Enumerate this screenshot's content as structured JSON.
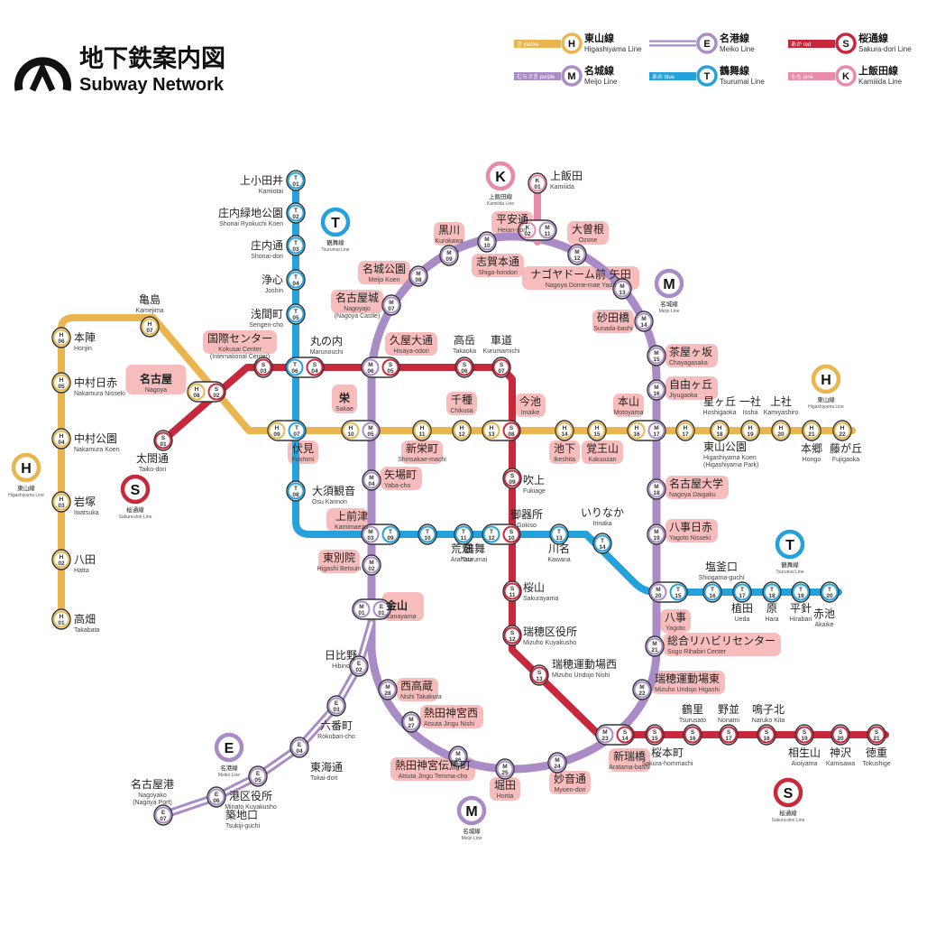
{
  "header": {
    "title_jp": "地下鉄案内図",
    "title_en": "Subway Network",
    "logo": "nagoya-subway-logo"
  },
  "colors": {
    "higashiyama": "#e8b54e",
    "meijo": "#a98cc6",
    "meiko": "#a98cc6",
    "tsurumai": "#25a1db",
    "sakuradori": "#c8283c",
    "kamiiida": "#e88aa9",
    "highlight": "#f4a6a6"
  },
  "legend": [
    {
      "code": "H",
      "tag": "き yellow",
      "jp": "東山線",
      "en": "Higashiyama Line",
      "color": "#e8b54e"
    },
    {
      "code": "E",
      "tag": "",
      "jp": "名港線",
      "en": "Meiko Line",
      "color": "#a98cc6"
    },
    {
      "code": "S",
      "tag": "あか red",
      "jp": "桜通線",
      "en": "Sakura-dori Line",
      "color": "#c8283c"
    },
    {
      "code": "M",
      "tag": "むらさき purple",
      "jp": "名城線",
      "en": "Meijo Line",
      "color": "#a98cc6"
    },
    {
      "code": "T",
      "tag": "あお blue",
      "jp": "鶴舞線",
      "en": "Tsurumai Line",
      "color": "#25a1db"
    },
    {
      "code": "K",
      "tag": "もも pink",
      "jp": "上飯田線",
      "en": "Kamiiida Line",
      "color": "#e88aa9"
    }
  ],
  "line_badges": [
    {
      "id": "t-top",
      "code": "T",
      "jp": "鶴舞線",
      "en": "Tsurumai Line",
      "color": "#25a1db"
    },
    {
      "id": "k-top",
      "code": "K",
      "jp": "上飯田線",
      "en": "Kamiiida Line",
      "color": "#e88aa9"
    },
    {
      "id": "m-right",
      "code": "M",
      "jp": "名城線",
      "en": "Meijo Line",
      "color": "#a98cc6"
    },
    {
      "id": "h-right",
      "code": "H",
      "jp": "東山線",
      "en": "Higashiyama Line",
      "color": "#e8b54e"
    },
    {
      "id": "h-left",
      "code": "H",
      "jp": "東山線",
      "en": "Higashiyama Line",
      "color": "#e8b54e"
    },
    {
      "id": "s-left",
      "code": "S",
      "jp": "桜通線",
      "en": "Sakura-dori Line",
      "color": "#c8283c"
    },
    {
      "id": "t-right",
      "code": "T",
      "jp": "鶴舞線",
      "en": "Tsurumai Line",
      "color": "#25a1db"
    },
    {
      "id": "e-bottom",
      "code": "E",
      "jp": "名港線",
      "en": "Meiko Line",
      "color": "#a98cc6"
    },
    {
      "id": "m-bottom",
      "code": "M",
      "jp": "名城線",
      "en": "Meijo Line",
      "color": "#a98cc6"
    },
    {
      "id": "s-bottom",
      "code": "S",
      "jp": "桜通線",
      "en": "Sakura-dori Line",
      "color": "#c8283c"
    }
  ],
  "stations": [
    {
      "id": "kamiotai",
      "jp": "上小田井",
      "en": "Kamiotai",
      "codes": [
        "T 01"
      ],
      "hl": false
    },
    {
      "id": "shonai-ryokuchi",
      "jp": "庄内緑地公園",
      "en": "Shonai Ryokuchi Koen",
      "codes": [
        "T 02"
      ],
      "hl": false
    },
    {
      "id": "shonai-dori",
      "jp": "庄内通",
      "en": "Shonai-dori",
      "codes": [
        "T 03"
      ],
      "hl": false
    },
    {
      "id": "joshin",
      "jp": "浄心",
      "en": "Joshin",
      "codes": [
        "T 04"
      ],
      "hl": false
    },
    {
      "id": "sengen-cho",
      "jp": "浅間町",
      "en": "Sengen-cho",
      "codes": [
        "T 05"
      ],
      "hl": false
    },
    {
      "id": "marunouchi",
      "jp": "丸の内",
      "en": "Marunouchi",
      "codes": [
        "T 06",
        "S 04"
      ],
      "hl": false
    },
    {
      "id": "fushimi",
      "jp": "伏見",
      "en": "Fushimi",
      "codes": [
        "H 09",
        "T 07"
      ],
      "hl": true
    },
    {
      "id": "osu-kannon",
      "jp": "大須観音",
      "en": "Osu Kannon",
      "codes": [
        "T 08"
      ],
      "hl": false
    },
    {
      "id": "kamimaezu",
      "jp": "上前津",
      "en": "Kamimaezu",
      "codes": [
        "M 03",
        "T 09"
      ],
      "hl": true
    },
    {
      "id": "tsurumai",
      "jp": "鶴舞",
      "en": "Tsurumai",
      "codes": [
        "T 10"
      ],
      "hl": false
    },
    {
      "id": "arahata",
      "jp": "荒畑",
      "en": "Arahata",
      "codes": [
        "T 11"
      ],
      "hl": false
    },
    {
      "id": "gokiso",
      "jp": "御器所",
      "en": "Gokiso",
      "codes": [
        "T 12",
        "S 10"
      ],
      "hl": false
    },
    {
      "id": "kawana",
      "jp": "川名",
      "en": "Kawana",
      "codes": [
        "T 13"
      ],
      "hl": false
    },
    {
      "id": "irinaka",
      "jp": "いりなか",
      "en": "Irinaka",
      "codes": [
        "T 14"
      ],
      "hl": false
    },
    {
      "id": "yagoto",
      "jp": "八事",
      "en": "Yagoto",
      "codes": [
        "M 20",
        "T 15"
      ],
      "hl": true
    },
    {
      "id": "shiogama-guchi",
      "jp": "塩釜口",
      "en": "Shiogama-guchi",
      "codes": [
        "T 16"
      ],
      "hl": false
    },
    {
      "id": "ueda",
      "jp": "植田",
      "en": "Ueda",
      "codes": [
        "T 17"
      ],
      "hl": false
    },
    {
      "id": "hara",
      "jp": "原",
      "en": "Hara",
      "codes": [
        "T 18"
      ],
      "hl": false
    },
    {
      "id": "hirabari",
      "jp": "平針",
      "en": "Hirabari",
      "codes": [
        "T 19"
      ],
      "hl": false
    },
    {
      "id": "akaike",
      "jp": "赤池",
      "en": "Akaike",
      "codes": [
        "T 20"
      ],
      "hl": false
    },
    {
      "id": "takabata",
      "jp": "高畑",
      "en": "Takabata",
      "codes": [
        "H 01"
      ],
      "hl": false
    },
    {
      "id": "hatta",
      "jp": "八田",
      "en": "Hatta",
      "codes": [
        "H 02"
      ],
      "hl": false
    },
    {
      "id": "iwatsuka",
      "jp": "岩塚",
      "en": "Iwatsuka",
      "codes": [
        "H 03"
      ],
      "hl": false
    },
    {
      "id": "nakamura-koen",
      "jp": "中村公園",
      "en": "Nakamura Koen",
      "codes": [
        "H 04"
      ],
      "hl": false
    },
    {
      "id": "nakamura-nisseki",
      "jp": "中村日赤",
      "en": "Nakamura Nisseki",
      "codes": [
        "H 05"
      ],
      "hl": false
    },
    {
      "id": "honjin",
      "jp": "本陣",
      "en": "Honjin",
      "codes": [
        "H 06"
      ],
      "hl": false
    },
    {
      "id": "kamejima",
      "jp": "亀島",
      "en": "Kamejima",
      "codes": [
        "H 07"
      ],
      "hl": false
    },
    {
      "id": "nagoya",
      "jp": "名古屋",
      "en": "Nagoya",
      "codes": [
        "H 08",
        "S 02"
      ],
      "hl": true
    },
    {
      "id": "taiko-dori",
      "jp": "太閤通",
      "en": "Taiko-dori",
      "codes": [
        "S 01"
      ],
      "hl": false
    },
    {
      "id": "kokusai-center",
      "jp": "国際センター",
      "en": "Kokusai Center",
      "sub": "(International Center)",
      "codes": [
        "S 03"
      ],
      "hl": true
    },
    {
      "id": "hisaya-odori",
      "jp": "久屋大通",
      "en": "Hisaya-odori",
      "codes": [
        "M 06",
        "S 05"
      ],
      "hl": true
    },
    {
      "id": "takaoka",
      "jp": "高岳",
      "en": "Takaoka",
      "codes": [
        "S 06"
      ],
      "hl": false
    },
    {
      "id": "kurumamichi",
      "jp": "車道",
      "en": "Kurumamichi",
      "codes": [
        "S 07"
      ],
      "hl": false
    },
    {
      "id": "imaike",
      "jp": "今池",
      "en": "Imaike",
      "codes": [
        "H 13",
        "S 08"
      ],
      "hl": true
    },
    {
      "id": "fukiage",
      "jp": "吹上",
      "en": "Fukiage",
      "codes": [
        "S 09"
      ],
      "hl": false
    },
    {
      "id": "sakurayama",
      "jp": "桜山",
      "en": "Sakurayama",
      "codes": [
        "S 11"
      ],
      "hl": false
    },
    {
      "id": "mizuho-kuyakusho",
      "jp": "瑞穂区役所",
      "en": "Mizuho Kuyakusho",
      "codes": [
        "S 12"
      ],
      "hl": false
    },
    {
      "id": "mizuho-undojo-nishi",
      "jp": "瑞穂運動場西",
      "en": "Mizuho Undojo Nishi",
      "codes": [
        "S 13"
      ],
      "hl": false
    },
    {
      "id": "aratama-bashi",
      "jp": "新瑞橋",
      "en": "Aratama-bashi",
      "codes": [
        "M 23",
        "S 14"
      ],
      "hl": true
    },
    {
      "id": "sakura-hommachi",
      "jp": "桜本町",
      "en": "Sakura-hommachi",
      "codes": [
        "S 15"
      ],
      "hl": false
    },
    {
      "id": "tsurusato",
      "jp": "鶴里",
      "en": "Tsurusato",
      "codes": [
        "S 16"
      ],
      "hl": false
    },
    {
      "id": "nonami",
      "jp": "野並",
      "en": "Nonami",
      "codes": [
        "S 17"
      ],
      "hl": false
    },
    {
      "id": "naruko-kita",
      "jp": "鳴子北",
      "en": "Naruko Kita",
      "codes": [
        "S 18"
      ],
      "hl": false
    },
    {
      "id": "aioiyama",
      "jp": "相生山",
      "en": "Aioiyama",
      "codes": [
        "S 19"
      ],
      "hl": false
    },
    {
      "id": "kamisawa",
      "jp": "神沢",
      "en": "Kamisawa",
      "codes": [
        "S 20"
      ],
      "hl": false
    },
    {
      "id": "tokushige",
      "jp": "徳重",
      "en": "Tokushige",
      "codes": [
        "S 21"
      ],
      "hl": false
    },
    {
      "id": "sakae",
      "jp": "栄",
      "en": "Sakae",
      "codes": [
        "H 10",
        "M 05"
      ],
      "hl": true
    },
    {
      "id": "shinsakae-machi",
      "jp": "新栄町",
      "en": "Shinsakae-machi",
      "codes": [
        "H 11"
      ],
      "hl": true
    },
    {
      "id": "chikusa",
      "jp": "千種",
      "en": "Chikusa",
      "codes": [
        "H 12"
      ],
      "hl": true
    },
    {
      "id": "ikeshita",
      "jp": "池下",
      "en": "Ikeshita",
      "codes": [
        "H 14"
      ],
      "hl": true
    },
    {
      "id": "kakuozan",
      "jp": "覚王山",
      "en": "Kakuozan",
      "codes": [
        "H 15"
      ],
      "hl": true
    },
    {
      "id": "motoyama",
      "jp": "本山",
      "en": "Motoyama",
      "codes": [
        "H 16",
        "M 17"
      ],
      "hl": true
    },
    {
      "id": "higashiyama-koen",
      "jp": "東山公園",
      "en": "Higashiyama Koen",
      "sub": "(Higashiyama Park)",
      "codes": [
        "H 17"
      ],
      "hl": false
    },
    {
      "id": "hoshigaoka",
      "jp": "星ヶ丘",
      "en": "Hoshigaoka",
      "codes": [
        "H 18"
      ],
      "hl": false
    },
    {
      "id": "issha",
      "jp": "一社",
      "en": "Issha",
      "codes": [
        "H 19"
      ],
      "hl": false
    },
    {
      "id": "kamiyashiro",
      "jp": "上社",
      "en": "Kamiyashiro",
      "codes": [
        "H 20"
      ],
      "hl": false
    },
    {
      "id": "hongo",
      "jp": "本郷",
      "en": "Hongo",
      "codes": [
        "H 21"
      ],
      "hl": false
    },
    {
      "id": "fujigaoka",
      "jp": "藤が丘",
      "en": "Fujigaoka",
      "codes": [
        "H 22"
      ],
      "hl": false
    },
    {
      "id": "kamiiida",
      "jp": "上飯田",
      "en": "Kamiiida",
      "codes": [
        "K 01"
      ],
      "hl": false
    },
    {
      "id": "heian-dori",
      "jp": "平安通",
      "en": "Heian-dori",
      "codes": [
        "K 02",
        "M 11"
      ],
      "hl": true
    },
    {
      "id": "ozone",
      "jp": "大曽根",
      "en": "Ozone",
      "codes": [
        "M 12"
      ],
      "hl": true
    },
    {
      "id": "nagoya-dome",
      "jp": "ナゴヤドーム前 矢田",
      "en": "Nagoya Dome-mae Yada",
      "codes": [
        "M 13"
      ],
      "hl": true
    },
    {
      "id": "sunada-bashi",
      "jp": "砂田橋",
      "en": "Sunada-bashi",
      "codes": [
        "M 14"
      ],
      "hl": true
    },
    {
      "id": "chayagasaka",
      "jp": "茶屋ヶ坂",
      "en": "Chayagasaka",
      "codes": [
        "M 15"
      ],
      "hl": true
    },
    {
      "id": "jiyugaoka",
      "jp": "自由ヶ丘",
      "en": "Jiyugaoka",
      "codes": [
        "M 16"
      ],
      "hl": true
    },
    {
      "id": "nagoya-daigaku",
      "jp": "名古屋大学",
      "en": "Nagoya Daigaku",
      "codes": [
        "M 18"
      ],
      "hl": true
    },
    {
      "id": "yagoto-nisseki",
      "jp": "八事日赤",
      "en": "Yagoto Nisseki",
      "codes": [
        "M 19"
      ],
      "hl": true
    },
    {
      "id": "sogo-rihabiri",
      "jp": "総合リハビリセンター",
      "en": "Sogo Rihabiri Center",
      "codes": [
        "M 21"
      ],
      "hl": true
    },
    {
      "id": "mizuho-undojo-higashi",
      "jp": "瑞穂運動場東",
      "en": "Mizuho Undojo Higashi",
      "codes": [
        "M 22"
      ],
      "hl": true
    },
    {
      "id": "myoon-dori",
      "jp": "妙音通",
      "en": "Myoen-dori",
      "codes": [
        "M 24"
      ],
      "hl": true
    },
    {
      "id": "horita",
      "jp": "堀田",
      "en": "Horita",
      "codes": [
        "M 25"
      ],
      "hl": true
    },
    {
      "id": "jingu-temma-cho",
      "jp": "熱田神宮伝馬町",
      "en": "Atsuta Jingu Temma-cho",
      "codes": [
        "M 26"
      ],
      "hl": true
    },
    {
      "id": "jingu-nishi",
      "jp": "熱田神宮西",
      "en": "Atsuta Jingu Nishi",
      "codes": [
        "M 27"
      ],
      "hl": true
    },
    {
      "id": "nishi-takakura",
      "jp": "西高蔵",
      "en": "Nishi Takakura",
      "codes": [
        "M 28"
      ],
      "hl": true
    },
    {
      "id": "kanayama",
      "jp": "金山",
      "en": "Kanayama",
      "codes": [
        "M 01",
        "E 01"
      ],
      "hl": true
    },
    {
      "id": "higashi-betsuin",
      "jp": "東別院",
      "en": "Higashi Betsuin",
      "codes": [
        "M 02"
      ],
      "hl": true
    },
    {
      "id": "yaba-cho",
      "jp": "矢場町",
      "en": "Yaba-cho",
      "codes": [
        "M 04"
      ],
      "hl": true
    },
    {
      "id": "nagoyajo",
      "jp": "名古屋城",
      "en": "Nagoyajo",
      "sub": "(Nagoya Castle)",
      "codes": [
        "M 07"
      ],
      "hl": true
    },
    {
      "id": "meijo-koen",
      "jp": "名城公園",
      "en": "Meijo Koen",
      "codes": [
        "M 08"
      ],
      "hl": true
    },
    {
      "id": "kurokawa",
      "jp": "黒川",
      "en": "Kurokawa",
      "codes": [
        "M 09"
      ],
      "hl": true
    },
    {
      "id": "shiga-hondori",
      "jp": "志賀本通",
      "en": "Shiga-hondori",
      "codes": [
        "M 10"
      ],
      "hl": true
    },
    {
      "id": "hibino",
      "jp": "日比野",
      "en": "Hibino",
      "codes": [
        "E 02"
      ],
      "hl": false
    },
    {
      "id": "rokuban-cho",
      "jp": "六番町",
      "en": "Rokuban-cho",
      "codes": [
        "E 03"
      ],
      "hl": false
    },
    {
      "id": "tokai-dori",
      "jp": "東海通",
      "en": "Tokai-dori",
      "codes": [
        "E 04"
      ],
      "hl": false
    },
    {
      "id": "minato-kuyakusho",
      "jp": "港区役所",
      "en": "Minato Kuyakusho",
      "codes": [
        "E 05"
      ],
      "hl": false
    },
    {
      "id": "tsukiji-guchi",
      "jp": "築地口",
      "en": "Tsukiji-guchi",
      "codes": [
        "E 06"
      ],
      "hl": false
    },
    {
      "id": "nagoyako",
      "jp": "名古屋港",
      "en": "Nagoyako",
      "sub": "(Nagoya Port)",
      "codes": [
        "E 07"
      ],
      "hl": false
    }
  ]
}
